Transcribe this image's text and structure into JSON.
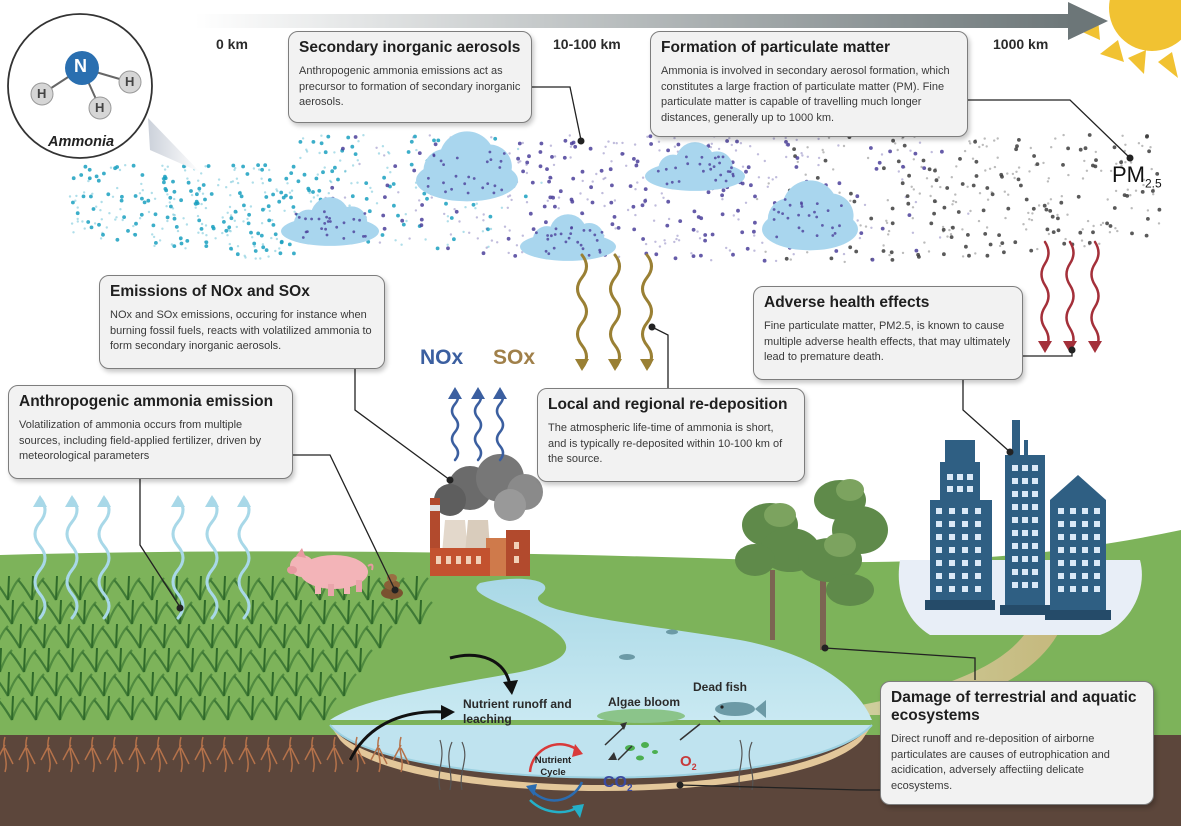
{
  "distances": {
    "d0": "0 km",
    "d1": "10-100 km",
    "d2": "1000 km"
  },
  "molecule": {
    "caption": "Ammonia",
    "n": "N",
    "h": "H"
  },
  "pm": {
    "base": "PM",
    "sub": "2.5"
  },
  "gases": {
    "nox": "NOx",
    "sox": "SOx"
  },
  "boxes": {
    "secondary": {
      "title": "Secondary inorganic aerosols",
      "text": "Anthropogenic ammonia emissions act as precursor to formation of secondary inorganic aerosols."
    },
    "formation": {
      "title": "Formation of particulate matter",
      "text": "Ammonia is involved in secondary aerosol formation, which constitutes a large fraction of particulate matter (PM). Fine particulate matter is capable of travelling much longer distances, generally up to 1000 km."
    },
    "emissions": {
      "title": "Emissions of NOx and SOx",
      "text": "NOx and SOx emissions, occuring for instance when burning fossil fuels, reacts with volatilized ammonia to form secondary inorganic aerosols."
    },
    "health": {
      "title": "Adverse health effects",
      "text": "Fine particulate matter, PM2.5, is known to cause multiple adverse health effects, that may ultimately lead to premature death."
    },
    "anthro": {
      "title": "Anthropogenic ammonia emission",
      "text": "Volatilization of ammonia occurs from multiple sources, including field-applied fertilizer, driven by meteorological parameters"
    },
    "local": {
      "title": "Local and regional re-deposition",
      "text": "The atmospheric life-time of ammonia is short, and is typically re-deposited within 10-100 km of the source."
    },
    "damage": {
      "title": "Damage of terrestrial and aquatic ecosystems",
      "text": "Direct runoff and re-deposition of airborne particulates are causes of eutrophication and acidication, adversely affectiing delicate ecosystems."
    }
  },
  "water_labels": {
    "runoff": "Nutrient runoff and leaching",
    "algae": "Algae bloom",
    "dead_fish": "Dead fish",
    "nutrient_cycle": "Nutrient Cycle",
    "co2_base": "CO",
    "co2_sub": "2",
    "o2_base": "O",
    "o2_sub": "2"
  },
  "colors": {
    "sky_arrow": "#6c7678",
    "teal_particles": "#1aa0c0",
    "purple_particles": "#4b3f9a",
    "grey_particles": "#3d3d3d",
    "cloud": "#a9d6ee",
    "grass": "#7db35a",
    "soil": "#5c463b",
    "water": "#bfe3ef",
    "nox": "#3b5fa0",
    "sox": "#a0804a",
    "deposition": "#9a8034",
    "pm_arrows": "#a4303a",
    "ammonia_arrows": "#a8d8e8",
    "building": "#2f5f83",
    "sun": "#f1c232"
  }
}
